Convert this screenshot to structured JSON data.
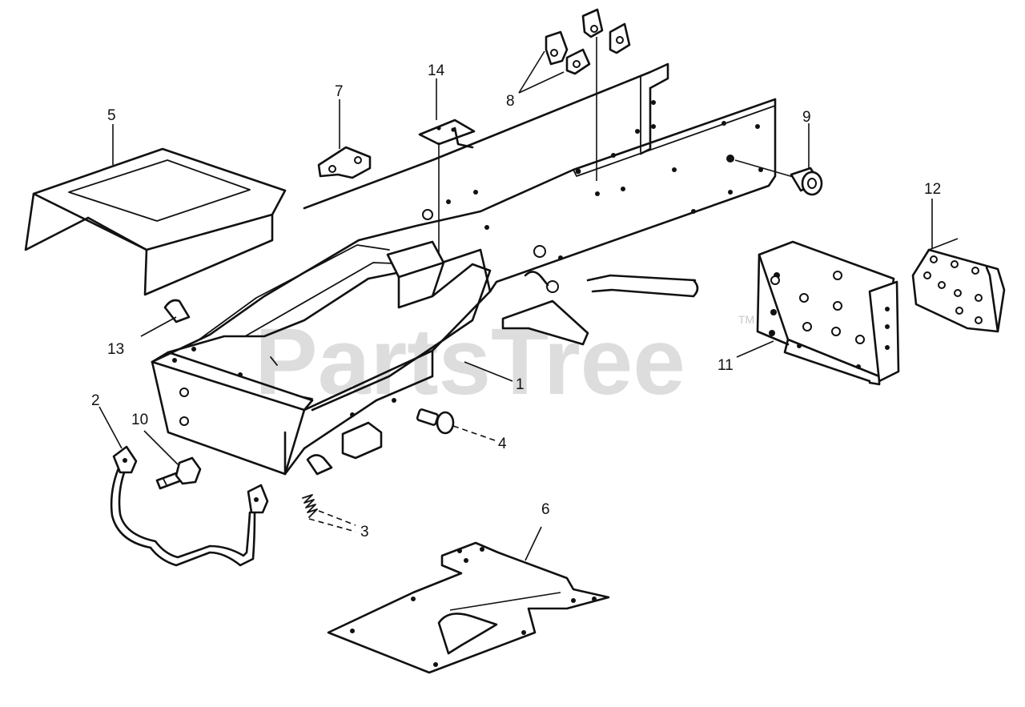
{
  "watermark": {
    "text": "PartsTree",
    "trademark": "TM"
  },
  "callouts": [
    {
      "id": "1",
      "label": "1"
    },
    {
      "id": "2",
      "label": "2"
    },
    {
      "id": "3",
      "label": "3"
    },
    {
      "id": "4",
      "label": "4"
    },
    {
      "id": "5",
      "label": "5"
    },
    {
      "id": "6",
      "label": "6"
    },
    {
      "id": "7",
      "label": "7"
    },
    {
      "id": "8",
      "label": "8"
    },
    {
      "id": "9",
      "label": "9"
    },
    {
      "id": "10",
      "label": "10"
    },
    {
      "id": "11",
      "label": "11"
    },
    {
      "id": "12",
      "label": "12"
    },
    {
      "id": "13",
      "label": "13"
    },
    {
      "id": "14",
      "label": "14"
    }
  ],
  "colors": {
    "ink": "#111111",
    "watermark": "#d2d2d2",
    "background": "#ffffff"
  }
}
